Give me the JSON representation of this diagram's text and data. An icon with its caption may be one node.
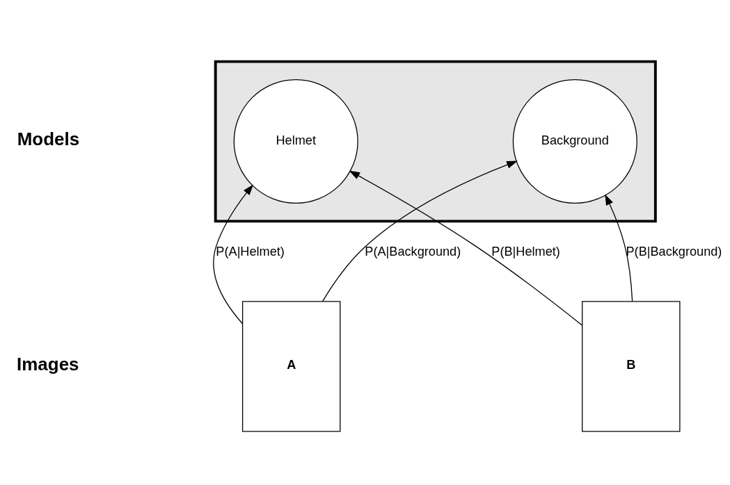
{
  "diagram": {
    "nodes": [
      {
        "text": [],
        "shape": "box"
      },
      {
        "text": [
          "Helmet"
        ],
        "in": 0
      },
      {
        "text": [
          "Background"
        ],
        "in": 0
      },
      {
        "text": [
          "A"
        ]
      },
      {
        "text": [
          "B"
        ]
      }
    ],
    "edges": [
      {
        "from": 3,
        "to": 1,
        "arrow": "to",
        "label": "P(A|Helmet)"
      },
      {
        "from": 3,
        "to": 2,
        "arrow": "to",
        "label": "P(A|Background)"
      },
      {
        "from": 4,
        "to": 1,
        "arrow": "to",
        "label": "P(B|Helmet)"
      },
      {
        "from": 4,
        "to": 2,
        "arrow": "to",
        "label": "P(B|Background)"
      }
    ],
    "labels": [
      "Models",
      "Images"
    ]
  }
}
